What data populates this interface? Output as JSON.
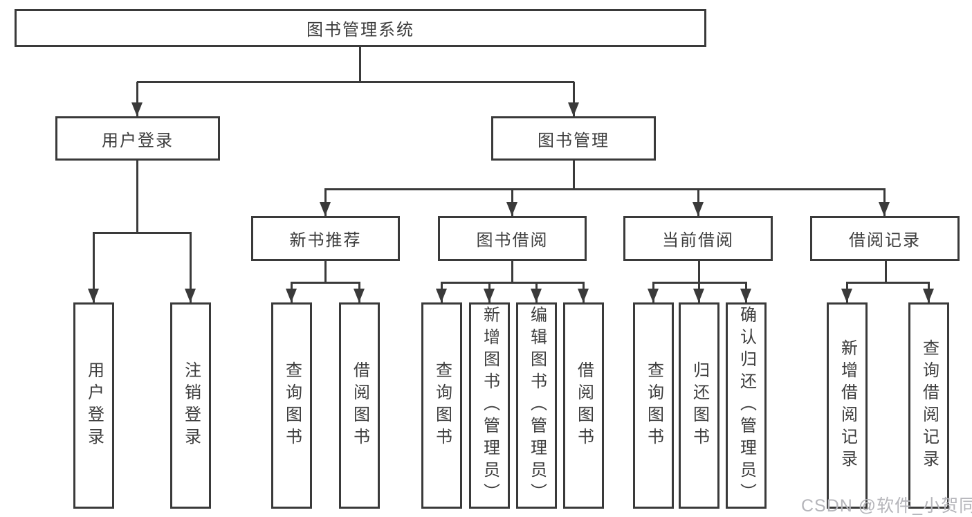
{
  "diagram": {
    "title": "图书管理系统",
    "root": {
      "label": "图书管理系统"
    },
    "level2": [
      {
        "label": "用户登录"
      },
      {
        "label": "图书管理"
      }
    ],
    "level3": [
      {
        "label": "新书推荐",
        "parent": "图书管理"
      },
      {
        "label": "图书借阅",
        "parent": "图书管理"
      },
      {
        "label": "当前借阅",
        "parent": "图书管理"
      },
      {
        "label": "借阅记录",
        "parent": "图书管理"
      }
    ],
    "level4": [
      {
        "label": "用户登录",
        "parent": "用户登录"
      },
      {
        "label": "注销登录",
        "parent": "用户登录"
      },
      {
        "label": "查询图书",
        "parent": "新书推荐"
      },
      {
        "label": "借阅图书",
        "parent": "新书推荐"
      },
      {
        "label": "查询图书",
        "parent": "图书借阅"
      },
      {
        "label": "新增图书（管理员）",
        "parent": "图书借阅"
      },
      {
        "label": "编辑图书（管理员）",
        "parent": "图书借阅"
      },
      {
        "label": "借阅图书",
        "parent": "图书借阅"
      },
      {
        "label": "查询图书",
        "parent": "当前借阅"
      },
      {
        "label": "归还图书",
        "parent": "当前借阅"
      },
      {
        "label": "确认归还（管理员）",
        "parent": "当前借阅"
      },
      {
        "label": "新增借阅记录",
        "parent": "借阅记录"
      },
      {
        "label": "查询借阅记录",
        "parent": "借阅记录"
      }
    ],
    "watermark": "CSDN @软件_小贺同学",
    "colors": {
      "line": "#3a3a3a",
      "text": "#3d3d3d",
      "watermark": "#b5b5ba",
      "background": "#ffffff"
    }
  }
}
